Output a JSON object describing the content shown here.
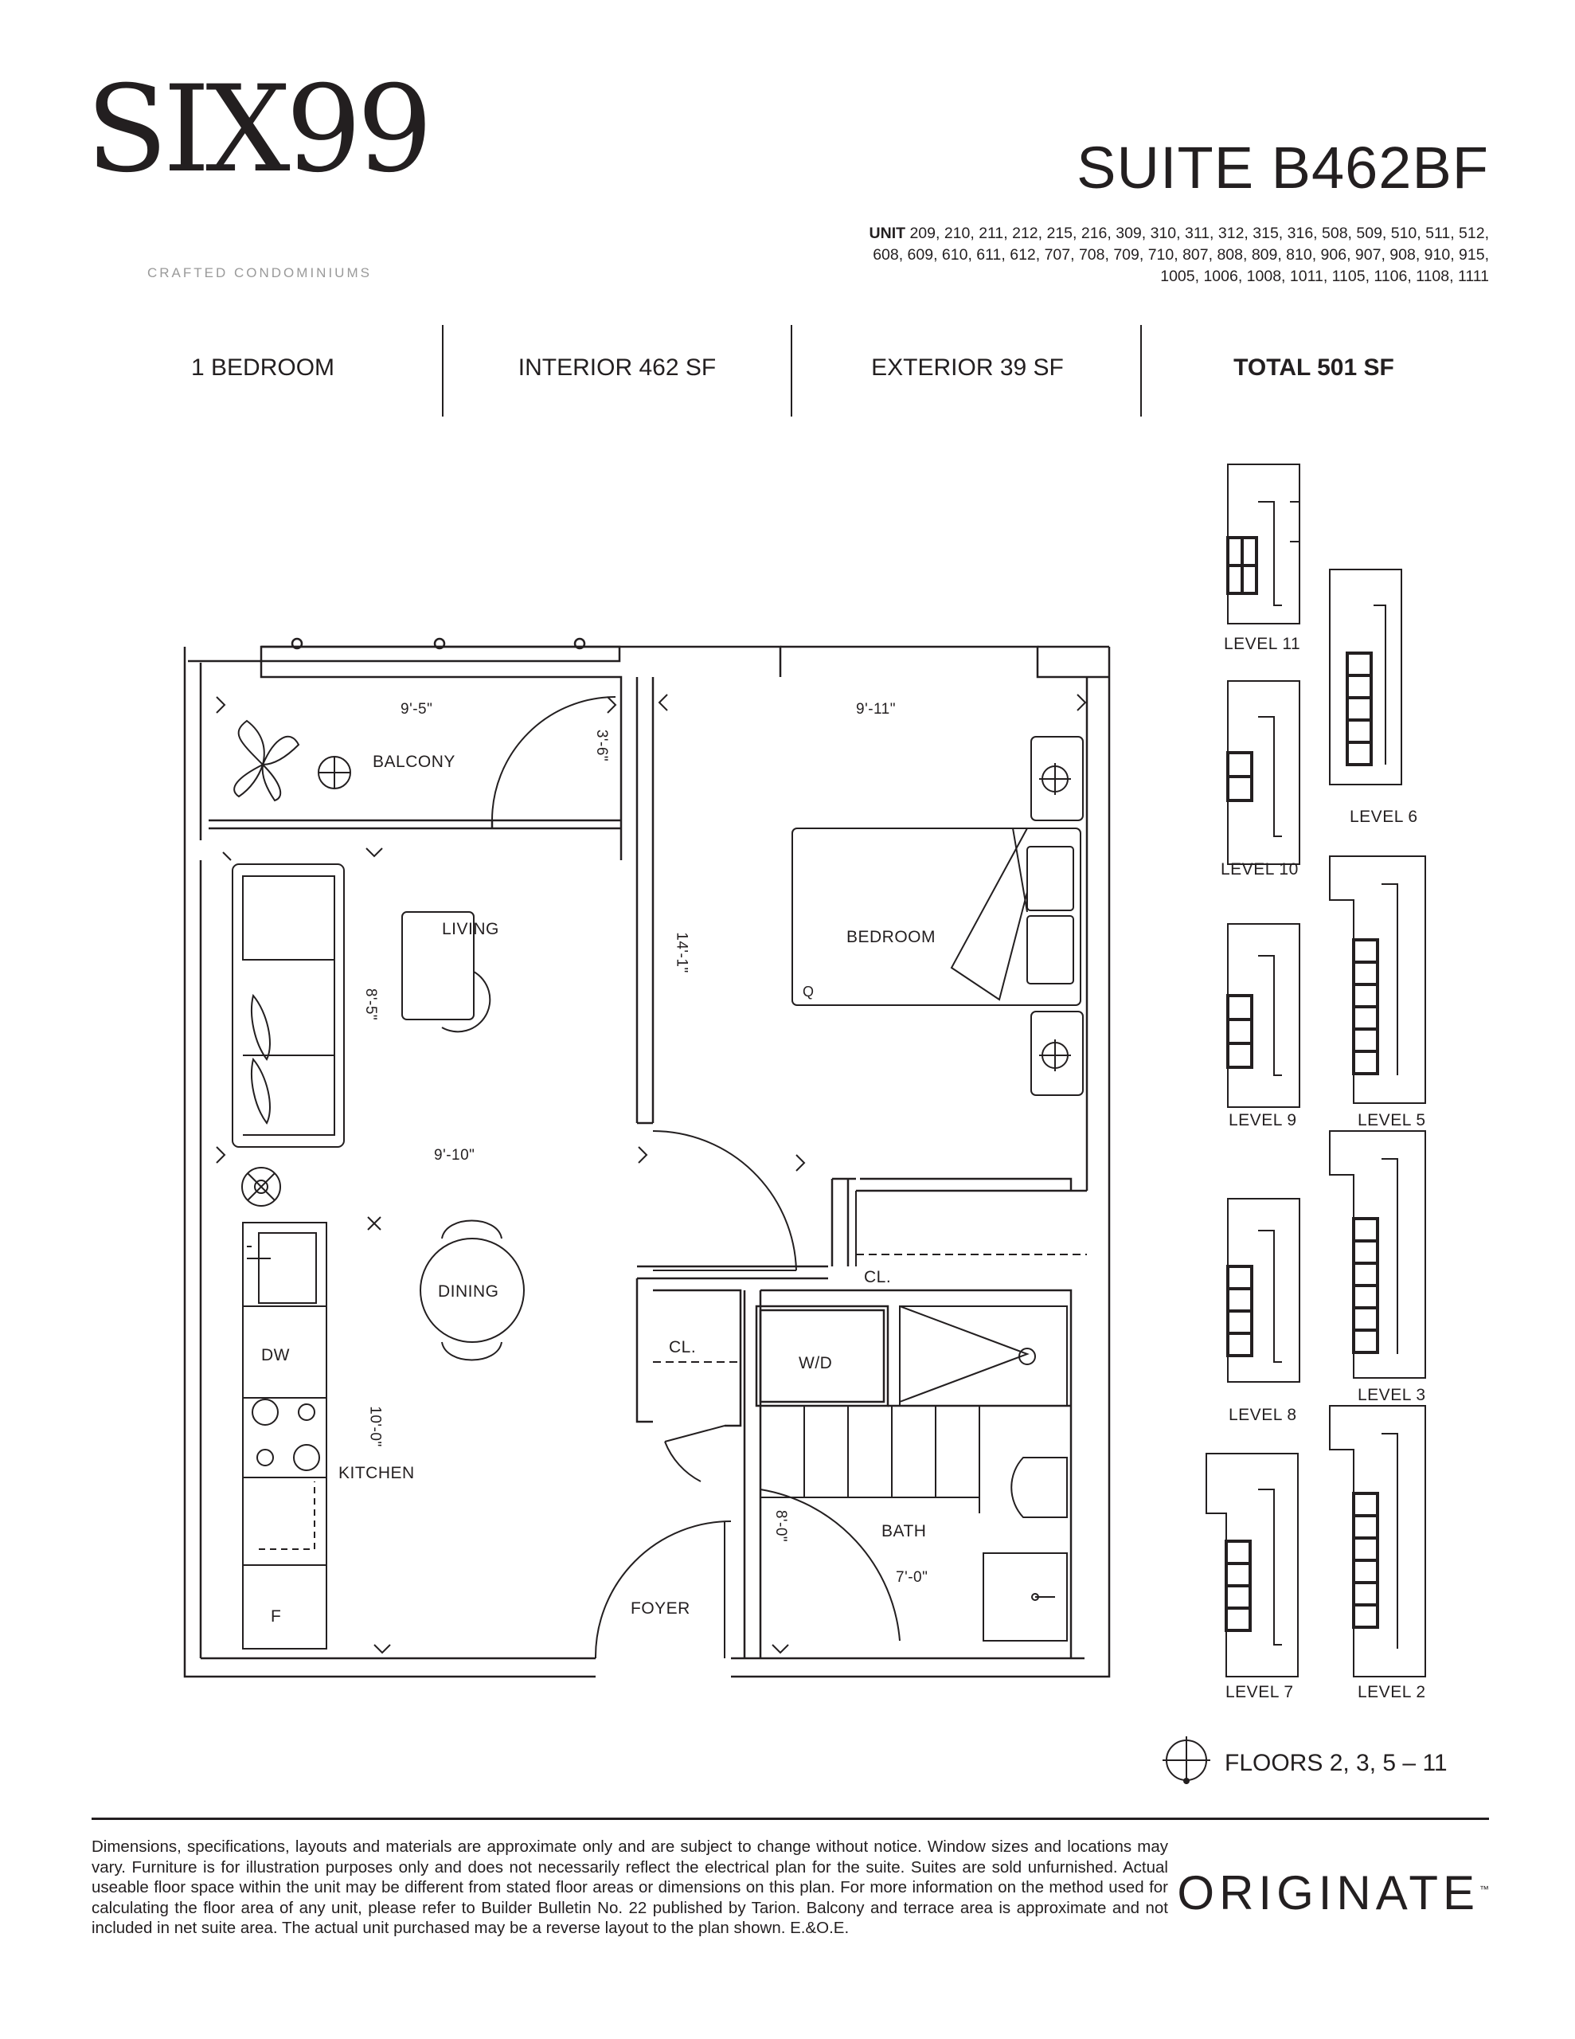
{
  "header": {
    "logo_text": "SIX99",
    "tagline": "CRAFTED CONDOMINIUMS",
    "suite_title": "SUITE B462BF",
    "unit_label": "UNIT",
    "unit_numbers": "209, 210, 211, 212, 215, 216, 309, 310, 311, 312, 315, 316, 508, 509, 510, 511, 512, 608, 609, 610, 611, 612, 707, 708, 709, 710, 807, 808, 809, 810, 906, 907, 908, 910, 915, 1005, 1006, 1008, 1011, 1105, 1106, 1108, 1111"
  },
  "stats": {
    "bedrooms": "1 BEDROOM",
    "interior": "INTERIOR 462 SF",
    "exterior": "EXTERIOR 39 SF",
    "total": "TOTAL 501 SF"
  },
  "rooms": {
    "balcony": "BALCONY",
    "living": "LIVING",
    "bedroom": "BEDROOM",
    "dining": "DINING",
    "kitchen": "KITCHEN",
    "foyer": "FOYER",
    "bath": "BATH",
    "wd": "W/D",
    "closet": "CL.",
    "dw": "DW",
    "fridge": "F",
    "queen": "Q"
  },
  "dimensions": {
    "balcony_width": "9'-5\"",
    "balcony_depth": "3'-6\"",
    "bedroom_width": "9'-11\"",
    "bedroom_depth": "14'-1\"",
    "living_depth": "8'-5\"",
    "living_width": "9'-10\"",
    "kitchen_depth": "10'-0\"",
    "bath_depth": "8'-0\"",
    "bath_width": "7'-0\""
  },
  "key_plans": [
    {
      "label": "LEVEL 11"
    },
    {
      "label": "LEVEL 10"
    },
    {
      "label": "LEVEL 9"
    },
    {
      "label": "LEVEL 8"
    },
    {
      "label": "LEVEL 7"
    },
    {
      "label": "LEVEL 6"
    },
    {
      "label": "LEVEL 5"
    },
    {
      "label": "LEVEL 3"
    },
    {
      "label": "LEVEL 2"
    }
  ],
  "floors": "FLOORS 2, 3, 5 – 11",
  "footer": {
    "disclaimer": "Dimensions, specifications, layouts and materials are approximate only and are subject to change without notice. Window sizes and locations may vary. Furniture is for illustration purposes only and does not necessarily reflect the electrical plan for the suite. Suites are sold unfurnished. Actual useable floor space within the unit may be different from stated floor areas or dimensions on this plan. For more information on the method used for calculating the floor area of any unit, please refer to Builder Bulletin No. 22 published by Tarion. Balcony and terrace area is approximate and not included in net suite area. The actual unit purchased may be a reverse layout to the plan shown. E.&O.E.",
    "brand": "ORIGINATE",
    "brand_tm": "™"
  },
  "colors": {
    "ink": "#231f20",
    "tagline_gray": "#9a9a9a"
  }
}
